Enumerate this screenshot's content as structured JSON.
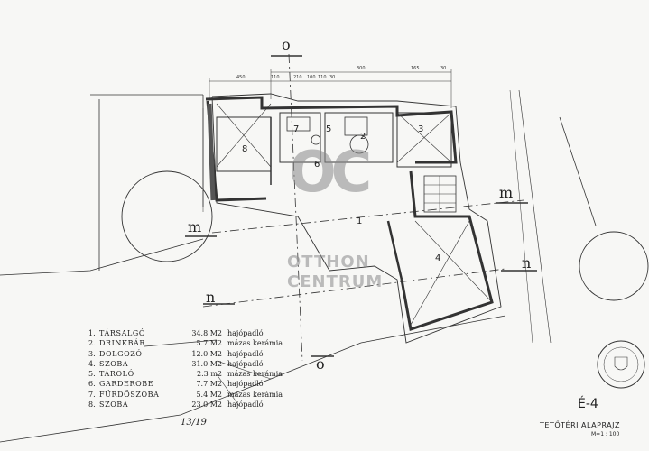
{
  "rooms": [
    {
      "num": "1.",
      "name": "TÁRSALGÓ",
      "area": "34.8 M2",
      "material": "hajópadló"
    },
    {
      "num": "2.",
      "name": "DRINKBÁR",
      "area": "5.7 M2",
      "material": "mázas kerámia"
    },
    {
      "num": "3.",
      "name": "DOLGOZÓ",
      "area": "12.0 M2",
      "material": "hajópadló"
    },
    {
      "num": "4.",
      "name": "SZOBA",
      "area": "31.0 M2",
      "material": "hajópadló"
    },
    {
      "num": "5.",
      "name": "TÁROLÓ",
      "area": "2.3 m2",
      "material": "mázas kerámia"
    },
    {
      "num": "6.",
      "name": "GARDEROBE",
      "area": "7.7 M2",
      "material": "hajópadló"
    },
    {
      "num": "7.",
      "name": "FÜRDŐSZOBA",
      "area": "5.4 M2",
      "material": "mázas kerámia"
    },
    {
      "num": "8.",
      "name": "SZOBA",
      "area": "23.0 M2",
      "material": "hajópadló"
    }
  ],
  "section_labels": {
    "o": "o",
    "m": "m",
    "n": "n"
  },
  "room_numbers": [
    "8",
    "7",
    "5",
    "2",
    "3",
    "6",
    "1",
    "4"
  ],
  "dimensions_top": [
    "450",
    "110",
    "210",
    "100",
    "110",
    "30",
    "300",
    "165",
    "30"
  ],
  "sheet_code": "É-4",
  "title": "TETŐTÉRI ALAPRAJZ",
  "scale": "M=1 : 100",
  "handwritten": "13/19",
  "watermark": {
    "logo": "OC",
    "line1": "OTTHON",
    "line2": "CENTRUM"
  }
}
